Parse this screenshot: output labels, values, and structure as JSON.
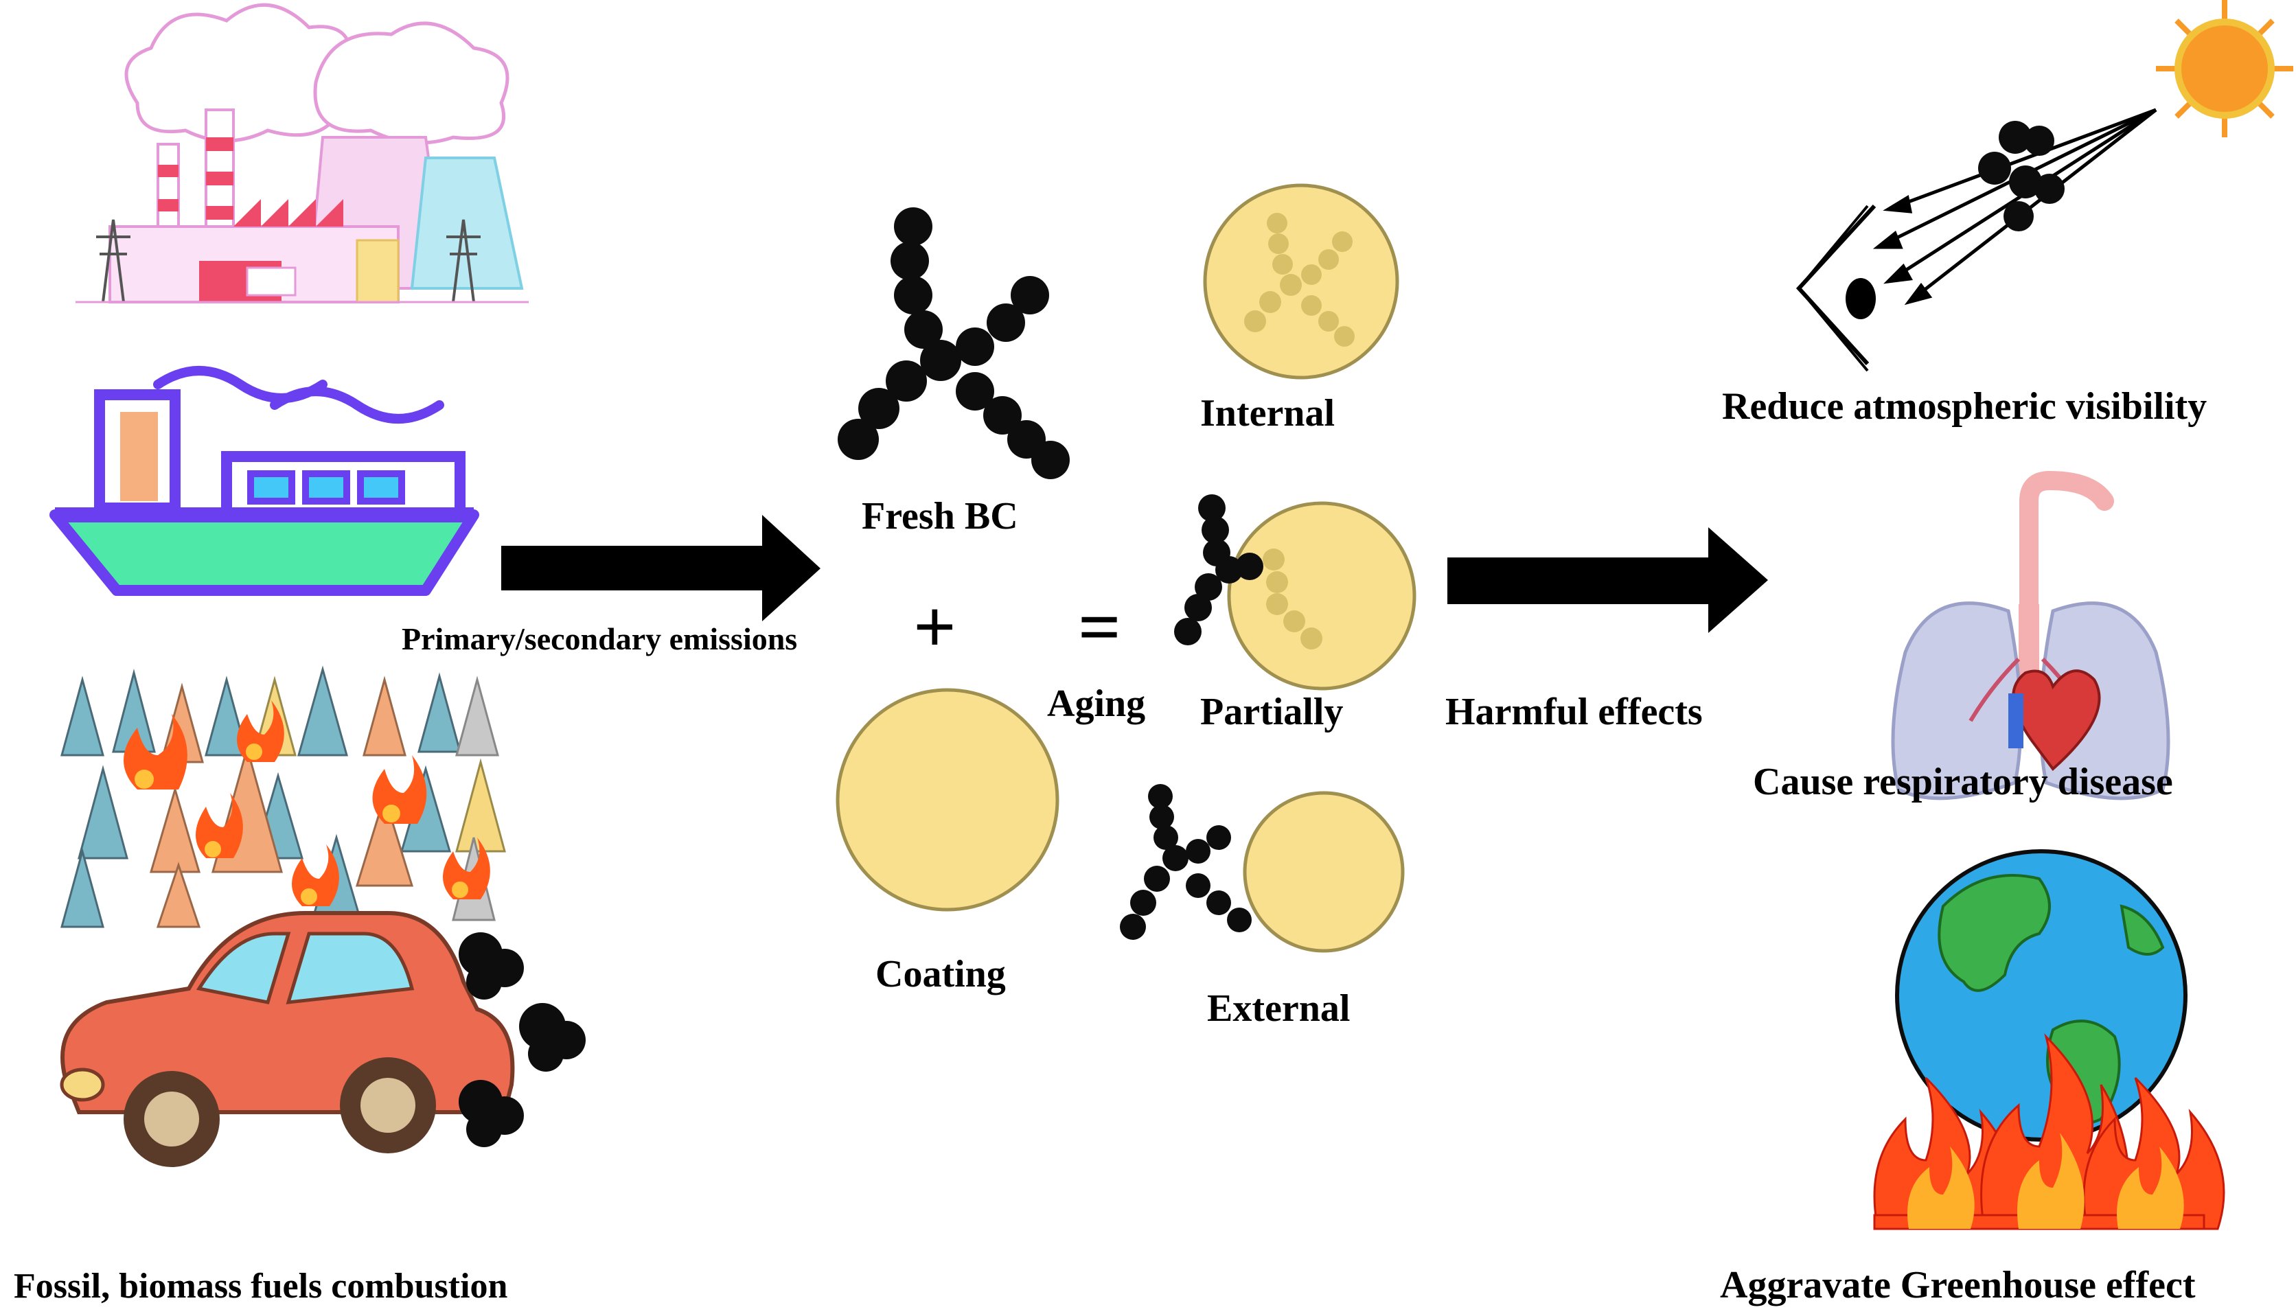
{
  "labels": {
    "sources": "Fossil, biomass fuels combustion",
    "emissions": "Primary/secondary emissions",
    "fresh_bc": "Fresh BC",
    "coating": "Coating",
    "plus": "+",
    "equals": "=",
    "aging": "Aging",
    "internal": "Internal",
    "partially": "Partially",
    "external": "External",
    "harmful": "Harmful effects",
    "visibility": "Reduce atmospheric visibility",
    "respiratory": "Cause respiratory disease",
    "greenhouse": "Aggravate Greenhouse effect"
  },
  "colors": {
    "arrow": "#000000",
    "bc_particle": "#0d0d0d",
    "coating_fill": "#f8e08e",
    "coating_stroke": "#a09050",
    "inner_bc": "#d8c068",
    "ship_outline": "#6a3ff0",
    "ship_hull": "#4ee8a8",
    "car_body": "#ec6a50",
    "fire": "#ff5a1a",
    "globe_ocean": "#2fa8e8",
    "globe_land": "#3cb04a",
    "sun": "#f89a28"
  }
}
